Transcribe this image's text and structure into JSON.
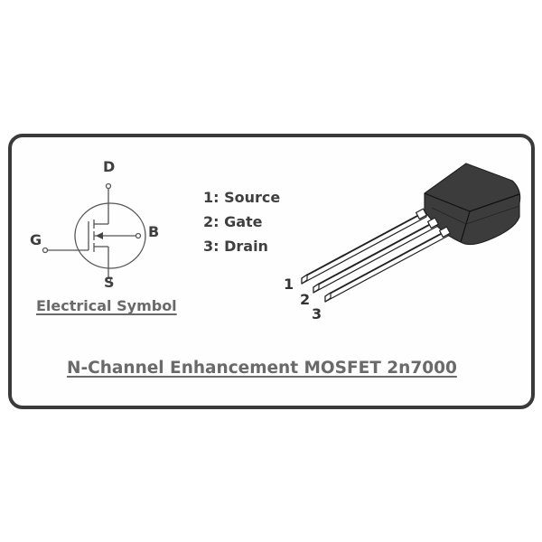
{
  "symbol": {
    "terminals": {
      "drain": "D",
      "gate": "G",
      "body": "B",
      "source": "S"
    },
    "caption": "Electrical Symbol"
  },
  "pinout": {
    "items": [
      {
        "label": "1: Source"
      },
      {
        "label": "2: Gate"
      },
      {
        "label": "3: Drain"
      }
    ],
    "lead_numbers": [
      "1",
      "2",
      "3"
    ]
  },
  "title": "N-Channel Enhancement MOSFET 2n7000",
  "colors": {
    "frame_border": "#3a3a3a",
    "text_dark": "#3f3f3f",
    "text_caption": "#6a6a6a",
    "package_body": "#3c3c3c"
  }
}
